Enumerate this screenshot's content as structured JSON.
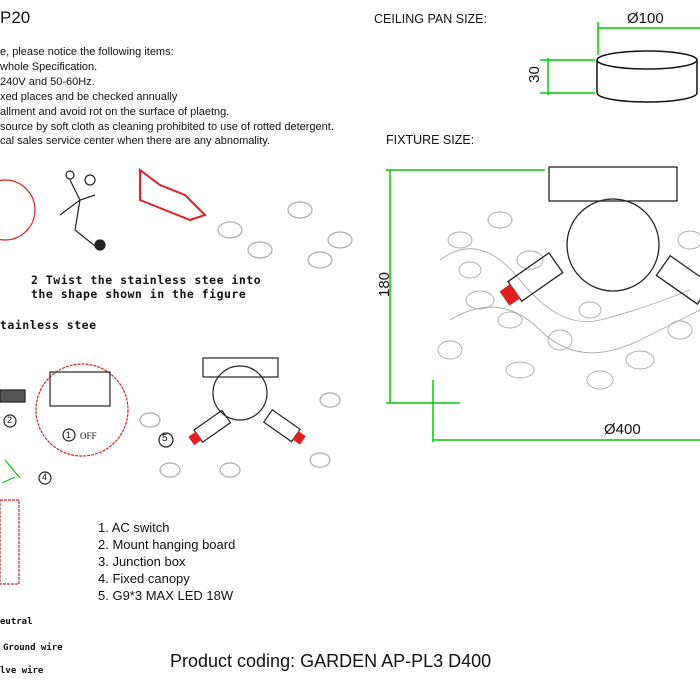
{
  "title": "P20",
  "notice_lines": [
    "e, please notice the following items:",
    "whole Specification.",
    "240V and 50-60Hz.",
    "xed places and be checked annually",
    "allment and avoid rot on the surface of plaetng.",
    "source by soft cloth as cleaning prohibited to use of rotted detergent.",
    "cal sales service center when there are any abnomality."
  ],
  "steps": {
    "step2_line1": "2 Twist the stainless stee  into",
    "step2_line2": "the shape shown in the figure",
    "stainless_label": "tainless stee"
  },
  "callouts": {
    "c1": "1",
    "c1_label": "OFF",
    "c2": "2",
    "c4": "4",
    "c5": "5"
  },
  "wires": [
    "eutral",
    "Ground wire",
    "lve wire"
  ],
  "legend": [
    "1. AC switch",
    "2. Mount hanging board",
    "3. Junction box",
    "4. Fixed canopy",
    "5. G9*3 MAX LED 18W"
  ],
  "ceiling_pan": {
    "label": "CEILING PAN  SIZE:",
    "diameter": "Ø100",
    "height": "30"
  },
  "fixture": {
    "label": "FIXTURE SIZE:",
    "height": "180",
    "diameter": "Ø400"
  },
  "product_coding": "Product coding: GARDEN AP-PL3 D400",
  "colors": {
    "dimension_line": "#00cc00",
    "highlight": "#e02020",
    "bulb": "#e02020"
  }
}
